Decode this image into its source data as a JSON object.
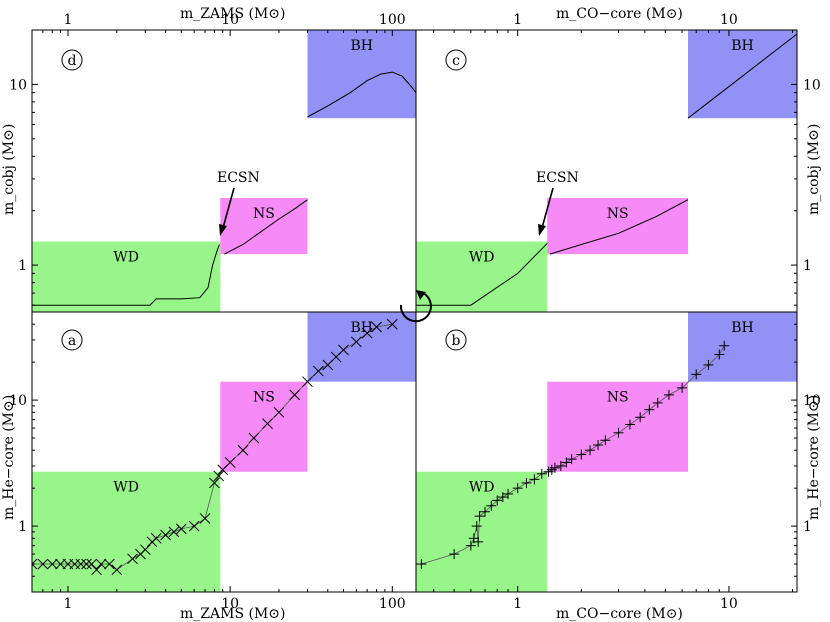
{
  "figure": {
    "top_left_xlabel": "m_ZAMS (M⊙)",
    "top_right_xlabel": "m_CO−core (M⊙)",
    "bottom_left_xlabel": "m_ZAMS (M⊙)",
    "bottom_right_xlabel": "m_CO−core (M⊙)",
    "ylabel_top_left": "m_cobj (M⊙)",
    "ylabel_top_right": "m_cobj (M⊙)",
    "ylabel_bottom_left": "m_He−core (M⊙)",
    "ylabel_bottom_right": "m_He−core (M⊙)",
    "ecsn_label": "ECSN",
    "colors": {
      "wd": "#98f58a",
      "ns": "#f68af6",
      "bh": "#9191f6"
    }
  },
  "chart_data": [
    {
      "panel": "d",
      "type": "line",
      "x_scale": "log",
      "y_scale": "log",
      "xlim": [
        0.6,
        140
      ],
      "ylim": [
        0.55,
        20
      ],
      "xticks": [
        "1",
        "10",
        "100"
      ],
      "yticks": [
        "1",
        "10"
      ],
      "regions": [
        {
          "label": "WD",
          "x": [
            0.6,
            8.7
          ],
          "y": [
            0.55,
            1.35
          ]
        },
        {
          "label": "NS",
          "x": [
            8.7,
            30
          ],
          "y": [
            1.15,
            2.35
          ]
        },
        {
          "label": "BH",
          "x": [
            30,
            140
          ],
          "y": [
            6.5,
            20
          ]
        }
      ],
      "series": [
        {
          "x": [
            0.6,
            1,
            2,
            3.2,
            3.5,
            5,
            6.5,
            7.3,
            7.8,
            8.3,
            8.6
          ],
          "y": [
            0.6,
            0.6,
            0.6,
            0.6,
            0.65,
            0.65,
            0.66,
            0.75,
            1.0,
            1.2,
            1.3
          ]
        },
        {
          "x": [
            9.2,
            12,
            15,
            20,
            25,
            30
          ],
          "y": [
            1.15,
            1.3,
            1.5,
            1.8,
            2.05,
            2.3
          ]
        },
        {
          "x": [
            30,
            40,
            55,
            70,
            85,
            100,
            115,
            130,
            140
          ],
          "y": [
            6.6,
            7.6,
            9.0,
            10.5,
            11.4,
            11.7,
            11.1,
            9.8,
            9.0
          ]
        }
      ]
    },
    {
      "panel": "c",
      "type": "line",
      "x_scale": "log",
      "y_scale": "log",
      "xlim": [
        0.33,
        21
      ],
      "ylim": [
        0.55,
        20
      ],
      "xticks": [
        "1",
        "10"
      ],
      "yticks": [
        "1",
        "10"
      ],
      "regions": [
        {
          "label": "WD",
          "x": [
            0.33,
            1.38
          ],
          "y": [
            0.55,
            1.35
          ]
        },
        {
          "label": "NS",
          "x": [
            1.38,
            6.4
          ],
          "y": [
            1.15,
            2.35
          ]
        },
        {
          "label": "BH",
          "x": [
            6.4,
            21
          ],
          "y": [
            6.5,
            20
          ]
        }
      ],
      "series": [
        {
          "x": [
            0.33,
            0.5,
            0.6,
            1.0,
            1.38
          ],
          "y": [
            0.6,
            0.6,
            0.6,
            0.9,
            1.32
          ]
        },
        {
          "x": [
            1.42,
            2,
            3,
            4.5,
            6.4
          ],
          "y": [
            1.15,
            1.3,
            1.5,
            1.85,
            2.3
          ]
        },
        {
          "x": [
            6.4,
            21
          ],
          "y": [
            6.5,
            19
          ]
        }
      ]
    },
    {
      "panel": "a",
      "type": "scatter",
      "x_scale": "log",
      "y_scale": "log",
      "xlim": [
        0.6,
        140
      ],
      "ylim": [
        0.3,
        50
      ],
      "xticks": [
        "1",
        "10",
        "100"
      ],
      "yticks": [
        "1",
        "10"
      ],
      "regions": [
        {
          "label": "WD",
          "x": [
            0.6,
            8.7
          ],
          "y": [
            0.3,
            2.7
          ]
        },
        {
          "label": "NS",
          "x": [
            8.7,
            30
          ],
          "y": [
            2.7,
            14
          ]
        },
        {
          "label": "BH",
          "x": [
            30,
            140
          ],
          "y": [
            14,
            50
          ]
        }
      ],
      "series": [
        {
          "x": [
            0.6,
            0.7,
            0.8,
            0.9,
            1.0,
            1.1,
            1.2,
            1.3,
            1.4,
            1.5,
            1.6,
            1.8,
            2.0,
            2.5,
            2.8,
            3.0,
            3.3,
            3.5,
            4.0,
            4.5,
            5.0,
            6.0,
            7.0,
            8.0,
            8.5,
            9.0,
            10,
            12,
            14,
            17,
            20,
            25,
            30,
            35,
            40,
            45,
            50,
            60,
            70,
            80,
            100
          ],
          "y": [
            0.5,
            0.5,
            0.5,
            0.5,
            0.5,
            0.5,
            0.5,
            0.5,
            0.5,
            0.45,
            0.5,
            0.5,
            0.45,
            0.55,
            0.6,
            0.65,
            0.75,
            0.8,
            0.85,
            0.9,
            0.95,
            1.0,
            1.15,
            2.2,
            2.5,
            2.8,
            3.2,
            4.0,
            5.0,
            6.5,
            8.0,
            11,
            14,
            17,
            19,
            22,
            25,
            29,
            34,
            38,
            40
          ]
        }
      ]
    },
    {
      "panel": "b",
      "type": "scatter",
      "x_scale": "log",
      "y_scale": "log",
      "xlim": [
        0.33,
        21
      ],
      "ylim": [
        0.3,
        50
      ],
      "xticks": [
        "1",
        "10"
      ],
      "yticks": [
        "1",
        "10"
      ],
      "regions": [
        {
          "label": "WD",
          "x": [
            0.33,
            1.38
          ],
          "y": [
            0.3,
            2.7
          ]
        },
        {
          "label": "NS",
          "x": [
            1.38,
            6.4
          ],
          "y": [
            2.7,
            14
          ]
        },
        {
          "label": "BH",
          "x": [
            6.4,
            21
          ],
          "y": [
            14,
            50
          ]
        }
      ],
      "series": [
        {
          "x": [
            0.35,
            0.5,
            0.6,
            0.62,
            0.64,
            0.65,
            0.66,
            0.7,
            0.75,
            0.8,
            0.85,
            0.9,
            1.0,
            1.1,
            1.2,
            1.3,
            1.4,
            1.45,
            1.5,
            1.6,
            1.7,
            1.8,
            2.0,
            2.2,
            2.4,
            2.6,
            3.0,
            3.4,
            3.8,
            4.2,
            4.6,
            5.2,
            6.0,
            7.0,
            8.0,
            9.0,
            9.5
          ],
          "y": [
            0.5,
            0.6,
            0.7,
            0.8,
            1.0,
            0.75,
            1.2,
            1.3,
            1.45,
            1.6,
            1.7,
            1.8,
            2.0,
            2.2,
            2.35,
            2.6,
            2.7,
            2.8,
            2.9,
            3.0,
            3.2,
            3.4,
            3.7,
            4.0,
            4.4,
            4.8,
            5.5,
            6.4,
            7.3,
            8.4,
            9.5,
            11,
            12.5,
            16,
            19,
            23,
            27
          ]
        }
      ]
    }
  ]
}
